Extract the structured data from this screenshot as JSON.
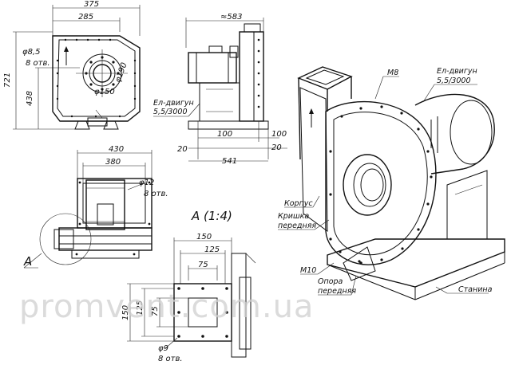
{
  "front_view": {
    "dim_width": "375",
    "dim_inner": "285",
    "dim_height": "721",
    "dim_axis": "438",
    "dim_hole": "φ8,5",
    "dim_holes_count": "8 отв.",
    "dim_d1": "φ190",
    "dim_d2": "φ150"
  },
  "side_view": {
    "dim_length": "≈583",
    "motor_label": "Ел-двигун",
    "motor_spec": "5,5/3000",
    "dim_100a": "100",
    "dim_100b": "100",
    "dim_20a": "20",
    "dim_20b": "20",
    "dim_541": "541"
  },
  "top_view": {
    "dim_430": "430",
    "dim_380": "380",
    "dim_hole": "φ12",
    "dim_holes_count": "8 отв.",
    "callout": "A"
  },
  "detail": {
    "title": "A (1:4)",
    "dim_150_top": "150",
    "dim_125_top": "125",
    "dim_75_top": "75",
    "dim_150_left": "150",
    "dim_125_left": "125",
    "dim_75_left": "75",
    "dim_hole": "φ9",
    "dim_holes_count": "8 отв."
  },
  "iso_view": {
    "label_m8": "M8",
    "motor_label": "Ел-двигун",
    "motor_spec": "5,5/3000",
    "label_housing": "Корпус",
    "label_cover_1": "Кришка",
    "label_cover_2": "передняя",
    "label_m10": "M10",
    "label_support_1": "Опора",
    "label_support_2": "передняя",
    "label_frame": "Станина"
  },
  "watermark": "promvent.com.ua"
}
